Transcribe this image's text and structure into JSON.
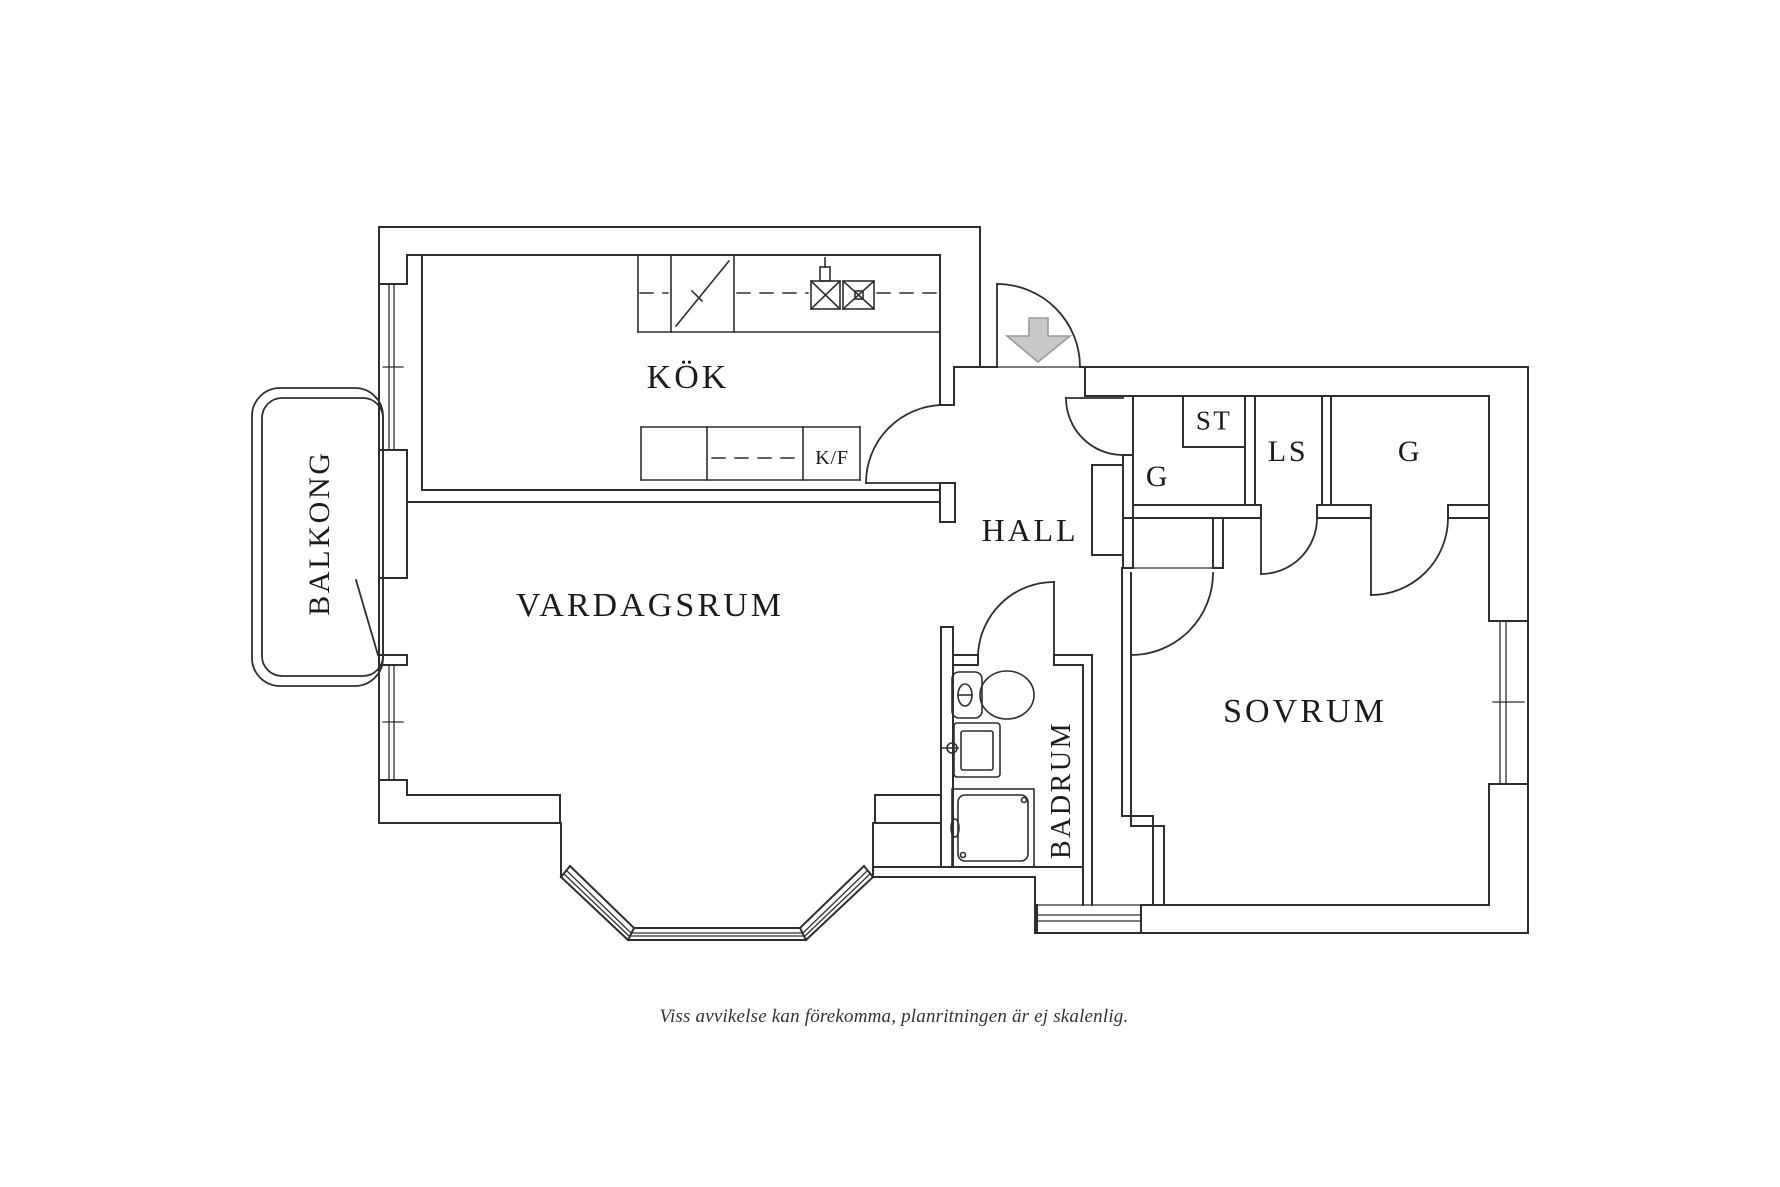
{
  "labels": {
    "kitchen": "KÖK",
    "fridge_freezer": "K/F",
    "hall": "HALL",
    "living_room": "VARDAGSRUM",
    "bedroom": "SOVRUM",
    "balcony": "BALKONG",
    "bathroom": "BADRUM",
    "closet_st": "ST",
    "closet_g1": "G",
    "closet_ls": "LS",
    "closet_g2": "G"
  },
  "caption": "Viss avvikelse kan förekomma, planritningen är ej skalenlig.",
  "colors": {
    "background": "#ffffff",
    "line": "#2e2e2e",
    "label": "#1b1b1b",
    "entry_arrow_fill": "#c9c9c9",
    "entry_arrow_stroke": "#9a9a9a"
  },
  "icons": {
    "entry_arrow": "entry-arrow-icon",
    "stove": "stove-icon",
    "kitchen_sink": "kitchen-sink-icon",
    "toilet": "toilet-icon",
    "washbasin": "washbasin-icon",
    "shower": "shower-icon",
    "radiator": "radiator-icon"
  }
}
